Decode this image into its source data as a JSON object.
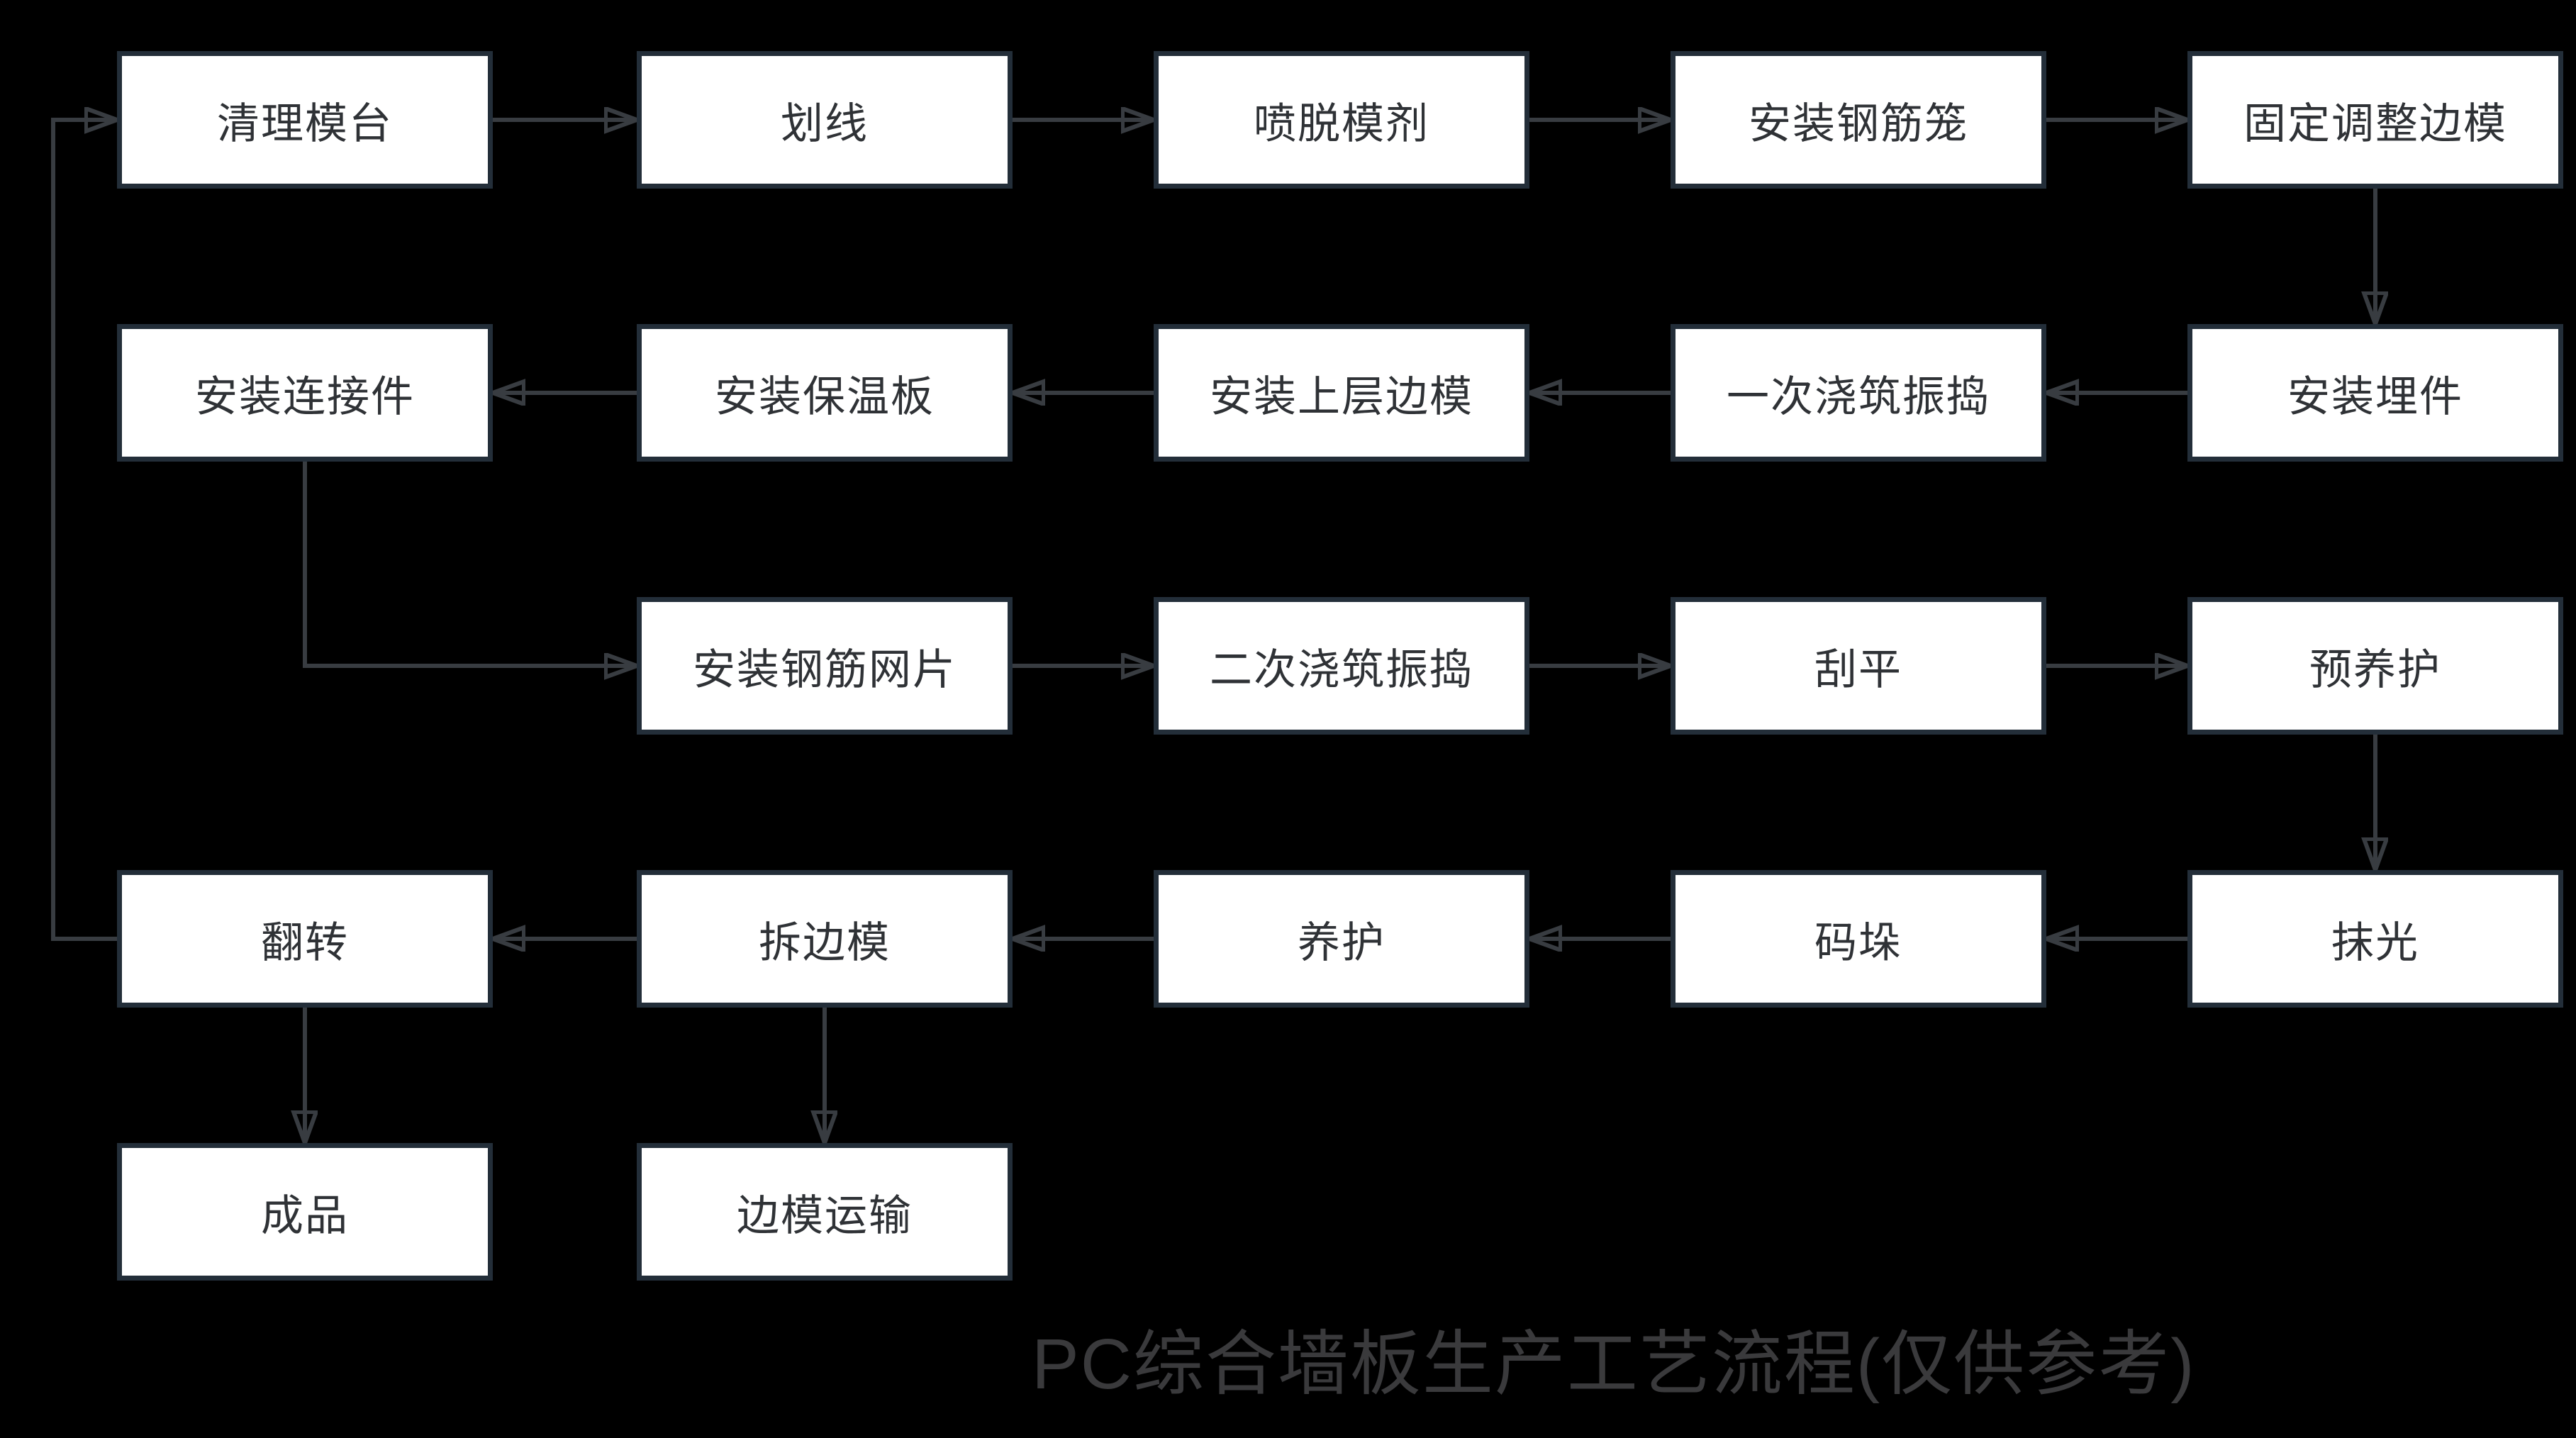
{
  "flow": {
    "title": "PC综合墙板生产工艺流程(仅供参考)",
    "colors": {
      "background": "#000000",
      "node_fill": "#ffffff",
      "node_border": "#232e39",
      "node_text": "#2f3236",
      "connector": "#383c41",
      "title_text": "#3a3a3c"
    },
    "nodes": [
      {
        "id": "clean-mold-table",
        "label": "清理模台",
        "row": 1,
        "col": 1
      },
      {
        "id": "marking",
        "label": "划线",
        "row": 1,
        "col": 2
      },
      {
        "id": "spray-release-agent",
        "label": "喷脱模剂",
        "row": 1,
        "col": 3
      },
      {
        "id": "install-rebar-cage",
        "label": "安装钢筋笼",
        "row": 1,
        "col": 4
      },
      {
        "id": "fix-adjust-side-forms",
        "label": "固定调整边模",
        "row": 1,
        "col": 5
      },
      {
        "id": "install-connectors",
        "label": "安装连接件",
        "row": 2,
        "col": 1
      },
      {
        "id": "install-insulation-board",
        "label": "安装保温板",
        "row": 2,
        "col": 2
      },
      {
        "id": "install-upper-side-forms",
        "label": "安装上层边模",
        "row": 2,
        "col": 3
      },
      {
        "id": "first-pour-vibrate",
        "label": "一次浇筑振捣",
        "row": 2,
        "col": 4
      },
      {
        "id": "install-embedded-parts",
        "label": "安装埋件",
        "row": 2,
        "col": 5
      },
      {
        "id": "install-rebar-mesh",
        "label": "安装钢筋网片",
        "row": 3,
        "col": 2
      },
      {
        "id": "second-pour-vibrate",
        "label": "二次浇筑振捣",
        "row": 3,
        "col": 3
      },
      {
        "id": "screed-level",
        "label": "刮平",
        "row": 3,
        "col": 4
      },
      {
        "id": "pre-curing",
        "label": "预养护",
        "row": 3,
        "col": 5
      },
      {
        "id": "flip",
        "label": "翻转",
        "row": 4,
        "col": 1
      },
      {
        "id": "remove-side-forms",
        "label": "拆边模",
        "row": 4,
        "col": 2
      },
      {
        "id": "curing",
        "label": "养护",
        "row": 4,
        "col": 3
      },
      {
        "id": "stacking",
        "label": "码垛",
        "row": 4,
        "col": 4
      },
      {
        "id": "trowel-finish",
        "label": "抹光",
        "row": 4,
        "col": 5
      },
      {
        "id": "finished-product",
        "label": "成品",
        "row": 5,
        "col": 1
      },
      {
        "id": "side-form-transport",
        "label": "边模运输",
        "row": 5,
        "col": 2
      }
    ],
    "edges": [
      {
        "from": "clean-mold-table",
        "to": "marking"
      },
      {
        "from": "marking",
        "to": "spray-release-agent"
      },
      {
        "from": "spray-release-agent",
        "to": "install-rebar-cage"
      },
      {
        "from": "install-rebar-cage",
        "to": "fix-adjust-side-forms"
      },
      {
        "from": "fix-adjust-side-forms",
        "to": "install-embedded-parts"
      },
      {
        "from": "install-embedded-parts",
        "to": "first-pour-vibrate"
      },
      {
        "from": "first-pour-vibrate",
        "to": "install-upper-side-forms"
      },
      {
        "from": "install-upper-side-forms",
        "to": "install-insulation-board"
      },
      {
        "from": "install-insulation-board",
        "to": "install-connectors"
      },
      {
        "from": "install-connectors",
        "to": "install-rebar-mesh"
      },
      {
        "from": "install-rebar-mesh",
        "to": "second-pour-vibrate"
      },
      {
        "from": "second-pour-vibrate",
        "to": "screed-level"
      },
      {
        "from": "screed-level",
        "to": "pre-curing"
      },
      {
        "from": "pre-curing",
        "to": "trowel-finish"
      },
      {
        "from": "trowel-finish",
        "to": "stacking"
      },
      {
        "from": "stacking",
        "to": "curing"
      },
      {
        "from": "curing",
        "to": "remove-side-forms"
      },
      {
        "from": "remove-side-forms",
        "to": "flip"
      },
      {
        "from": "flip",
        "to": "clean-mold-table"
      },
      {
        "from": "flip",
        "to": "finished-product"
      },
      {
        "from": "remove-side-forms",
        "to": "side-form-transport"
      }
    ]
  }
}
